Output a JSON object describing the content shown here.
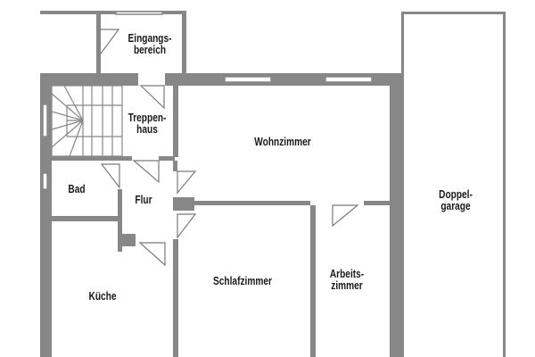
{
  "floorplan": {
    "rooms": [
      {
        "id": "eingangsbereich",
        "label": "Eingangs-\nbereich"
      },
      {
        "id": "treppenhaus",
        "label": "Treppen-\nhaus"
      },
      {
        "id": "wohnzimmer",
        "label": "Wohnzimmer"
      },
      {
        "id": "bad",
        "label": "Bad"
      },
      {
        "id": "flur",
        "label": "Flur"
      },
      {
        "id": "kueche",
        "label": "Küche"
      },
      {
        "id": "schlafzimmer",
        "label": "Schlafzimmer"
      },
      {
        "id": "arbeitszimmer",
        "label": "Arbeits-\nzimmer"
      },
      {
        "id": "doppelgarage",
        "label": "Doppel-\ngarage"
      }
    ],
    "colors": {
      "wall": "#878787",
      "background": "#ffffff",
      "text": "#1a1a1a"
    }
  }
}
